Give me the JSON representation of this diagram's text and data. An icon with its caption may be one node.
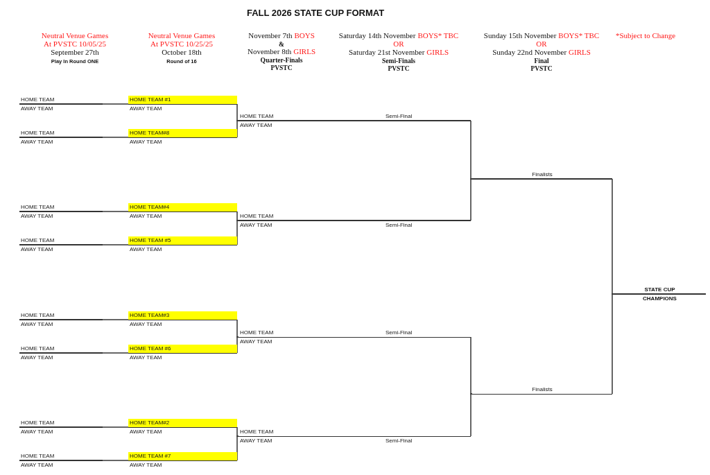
{
  "diagram": {
    "title": "FALL 2026 STATE CUP FORMAT",
    "nodes": [
      {
        "text": [
          "HOME TEAM",
          "AWAY TEAM"
        ]
      },
      {
        "text": [
          "HOME TEAM",
          "AWAY TEAM"
        ]
      },
      {
        "text": [
          "HOME TEAM",
          "AWAY TEAM"
        ]
      },
      {
        "text": [
          "HOME TEAM",
          "AWAY TEAM"
        ]
      },
      {
        "text": [
          "HOME TEAM",
          "AWAY TEAM"
        ]
      },
      {
        "text": [
          "HOME TEAM",
          "AWAY TEAM"
        ]
      },
      {
        "text": [
          "HOME TEAM",
          "AWAY TEAM"
        ]
      },
      {
        "text": [
          "HOME TEAM",
          "AWAY TEAM"
        ]
      },
      {
        "text": [
          "HOME TEAM #1",
          "AWAY TEAM"
        ]
      },
      {
        "text": [
          "HOME TEAM#8",
          "AWAY TEAM"
        ]
      },
      {
        "text": [
          "HOME TEAM#4",
          "AWAY TEAM"
        ]
      },
      {
        "text": [
          "HOME TEAM #5",
          "AWAY TEAM"
        ]
      },
      {
        "text": [
          "HOME TEAM#3",
          "AWAY TEAM"
        ]
      },
      {
        "text": [
          "HOME TEAM #6",
          "AWAY TEAM"
        ]
      },
      {
        "text": [
          "HOME TEAM#2",
          "AWAY TEAM"
        ]
      },
      {
        "text": [
          "HOME TEAM #7",
          "AWAY TEAM"
        ]
      },
      {
        "text": [
          "HOME TEAM",
          "AWAY TEAM",
          "Semi-Final"
        ]
      },
      {
        "text": [
          "HOME TEAM",
          "AWAY TEAM",
          "Semi-Final"
        ]
      },
      {
        "text": [
          "HOME TEAM",
          "AWAY TEAM",
          "Semi-Final"
        ]
      },
      {
        "text": [
          "HOME TEAM",
          "AWAY TEAM",
          "Semi-Final"
        ]
      },
      {
        "text": [
          "Finalists"
        ]
      },
      {
        "text": [
          "Finalists"
        ]
      },
      {
        "text": [
          "STATE CUP",
          "CHAMPIONS"
        ]
      }
    ],
    "edges": [
      {
        "from": 0,
        "to": 8,
        "arrow": "none"
      },
      {
        "from": 1,
        "to": 9,
        "arrow": "none"
      },
      {
        "from": 2,
        "to": 10,
        "arrow": "none"
      },
      {
        "from": 3,
        "to": 11,
        "arrow": "none"
      },
      {
        "from": 4,
        "to": 12,
        "arrow": "none"
      },
      {
        "from": 5,
        "to": 13,
        "arrow": "none"
      },
      {
        "from": 6,
        "to": 14,
        "arrow": "none"
      },
      {
        "from": 7,
        "to": 15,
        "arrow": "none"
      },
      {
        "from": 8,
        "to": 16,
        "arrow": "none"
      },
      {
        "from": 9,
        "to": 16,
        "arrow": "none"
      },
      {
        "from": 10,
        "to": 17,
        "arrow": "none"
      },
      {
        "from": 11,
        "to": 17,
        "arrow": "none"
      },
      {
        "from": 12,
        "to": 18,
        "arrow": "none"
      },
      {
        "from": 13,
        "to": 18,
        "arrow": "none"
      },
      {
        "from": 14,
        "to": 19,
        "arrow": "none"
      },
      {
        "from": 15,
        "to": 19,
        "arrow": "none"
      },
      {
        "from": 16,
        "to": 20,
        "arrow": "none"
      },
      {
        "from": 17,
        "to": 20,
        "arrow": "none"
      },
      {
        "from": 18,
        "to": 21,
        "arrow": "none"
      },
      {
        "from": 19,
        "to": 21,
        "arrow": "none"
      },
      {
        "from": 20,
        "to": 22,
        "arrow": "none"
      },
      {
        "from": 21,
        "to": 22,
        "arrow": "none"
      }
    ],
    "labels": [
      "Neutral Venue Games",
      "At PVSTC 10/05/25",
      "September 27th",
      "Play In Round ONE",
      "Neutral Venue Games",
      "At PVSTC 10/25/25",
      "October 18th",
      "Round of 16",
      "November 7th",
      "BOYS",
      "&",
      "November 8th",
      "GIRLS",
      "Quarter-Finals",
      "PVSTC",
      "Saturday 14th November",
      "BOYS* TBC",
      "OR",
      "Saturday 21st November",
      "GIRLS",
      "Semi-Finals",
      "PVSTC",
      "Sunday 15th November",
      "BOYS* TBC",
      "OR",
      "Sunday 22nd November",
      "GIRLS",
      "Final",
      "PVSTC",
      "*Subject to Change"
    ]
  }
}
